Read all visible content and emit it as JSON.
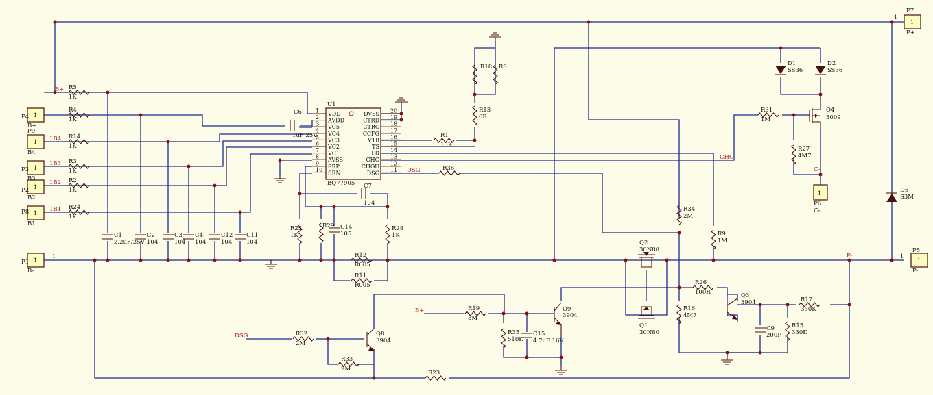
{
  "ic": {
    "ref": "U1",
    "part": "BQ77905",
    "left_pins": [
      {
        "num": "1",
        "name": "VDD"
      },
      {
        "num": "2",
        "name": "AVDD"
      },
      {
        "num": "3",
        "name": "VC5"
      },
      {
        "num": "4",
        "name": "VC4"
      },
      {
        "num": "5",
        "name": "VC3"
      },
      {
        "num": "6",
        "name": "VC2"
      },
      {
        "num": "7",
        "name": "VC1"
      },
      {
        "num": "8",
        "name": "AVSS"
      },
      {
        "num": "9",
        "name": "SRP"
      },
      {
        "num": "10",
        "name": "SRN"
      }
    ],
    "right_pins": [
      {
        "num": "20",
        "name": "DVSS"
      },
      {
        "num": "19",
        "name": "CTRD"
      },
      {
        "num": "18",
        "name": "CTRC"
      },
      {
        "num": "17",
        "name": "CCFG"
      },
      {
        "num": "16",
        "name": "VTB"
      },
      {
        "num": "15",
        "name": "TS"
      },
      {
        "num": "14",
        "name": "LD"
      },
      {
        "num": "13",
        "name": "CHG"
      },
      {
        "num": "12",
        "name": "CHGU"
      },
      {
        "num": "11",
        "name": "DSG"
      }
    ]
  },
  "connectors": [
    {
      "ref": "P4",
      "pin": "1",
      "net": "B+",
      "id": "p4"
    },
    {
      "ref": "P9",
      "pin": "1",
      "net": "B4",
      "id": "p9"
    },
    {
      "ref": "P3",
      "pin": "1",
      "net": "B3",
      "id": "p3"
    },
    {
      "ref": "P2",
      "pin": "1",
      "net": "B2",
      "id": "p2"
    },
    {
      "ref": "P8",
      "pin": "1",
      "net": "B1",
      "id": "p8"
    },
    {
      "ref": "P1",
      "pin": "1",
      "net": "B-",
      "id": "p1"
    },
    {
      "ref": "P7",
      "pin": "1",
      "net": "P+",
      "id": "p7"
    },
    {
      "ref": "P5",
      "pin": "1",
      "net": "P-",
      "id": "p5"
    },
    {
      "ref": "P6",
      "pin": "1",
      "net": "C-",
      "id": "p6"
    }
  ],
  "resistors": [
    {
      "ref": "R5",
      "value": "1K"
    },
    {
      "ref": "R4",
      "value": "1K"
    },
    {
      "ref": "R14",
      "value": "1K"
    },
    {
      "ref": "R3",
      "value": "1K"
    },
    {
      "ref": "R2",
      "value": "1K"
    },
    {
      "ref": "R24",
      "value": "1K"
    },
    {
      "ref": "R1",
      "value": "10K"
    },
    {
      "ref": "R13",
      "value": "0R"
    },
    {
      "ref": "R18",
      "value": ""
    },
    {
      "ref": "R8",
      "value": ""
    },
    {
      "ref": "R36",
      "value": ""
    },
    {
      "ref": "R31",
      "value": "1M"
    },
    {
      "ref": "R27",
      "value": "4M7"
    },
    {
      "ref": "R34",
      "value": "2M"
    },
    {
      "ref": "R9",
      "value": "1M"
    },
    {
      "ref": "R25",
      "value": "1K"
    },
    {
      "ref": "R29",
      "value": ""
    },
    {
      "ref": "R28",
      "value": "1K"
    },
    {
      "ref": "R12",
      "value": "R005"
    },
    {
      "ref": "R11",
      "value": "R005"
    },
    {
      "ref": "R26",
      "value": "100R"
    },
    {
      "ref": "R16",
      "value": "4M7"
    },
    {
      "ref": "R17",
      "value": "330K"
    },
    {
      "ref": "R15",
      "value": "330K"
    },
    {
      "ref": "R19",
      "value": "3M"
    },
    {
      "ref": "R35",
      "value": "510K"
    },
    {
      "ref": "R32",
      "value": "2M"
    },
    {
      "ref": "R33",
      "value": "2M"
    },
    {
      "ref": "R23",
      "value": ""
    }
  ],
  "capacitors": [
    {
      "ref": "C6",
      "value": "1uF 25V"
    },
    {
      "ref": "C1",
      "value": "2.2uF/25V"
    },
    {
      "ref": "C2",
      "value": "104"
    },
    {
      "ref": "C3",
      "value": "104"
    },
    {
      "ref": "C4",
      "value": "104"
    },
    {
      "ref": "C12",
      "value": "104"
    },
    {
      "ref": "C11",
      "value": "104"
    },
    {
      "ref": "C7",
      "value": "104"
    },
    {
      "ref": "C14",
      "value": "105"
    },
    {
      "ref": "C9",
      "value": "200P"
    },
    {
      "ref": "C15",
      "value": "4.7uF 16V"
    }
  ],
  "diodes": [
    {
      "ref": "D1",
      "value": "SS36"
    },
    {
      "ref": "D2",
      "value": "SS36"
    },
    {
      "ref": "D5",
      "value": "S3M"
    }
  ],
  "transistors": [
    {
      "ref": "Q4",
      "value": "3009"
    },
    {
      "ref": "Q2",
      "value": "30N80"
    },
    {
      "ref": "Q1",
      "value": "30N80"
    },
    {
      "ref": "Q3",
      "value": "3904"
    },
    {
      "ref": "Q9",
      "value": "3904"
    },
    {
      "ref": "Q8",
      "value": "3904"
    }
  ],
  "net_labels": {
    "bplus_top": "B+",
    "b4": "1B4",
    "b3": "1B3",
    "b2": "1B2",
    "b1": "1B1",
    "dsg_u1": "DSG",
    "chg": "CHG",
    "cminus": "C-",
    "pminus": "P-",
    "bplus_q9": "B+",
    "dsg_q8": "DSG",
    "pin_one_p1": "1",
    "pin_one_p5": "1",
    "pin_one_p7": "1"
  },
  "colors": {
    "background": "#fdfce9",
    "wire": "#1e2a8f",
    "component": "#4a1010",
    "net_label": "#a01818"
  }
}
